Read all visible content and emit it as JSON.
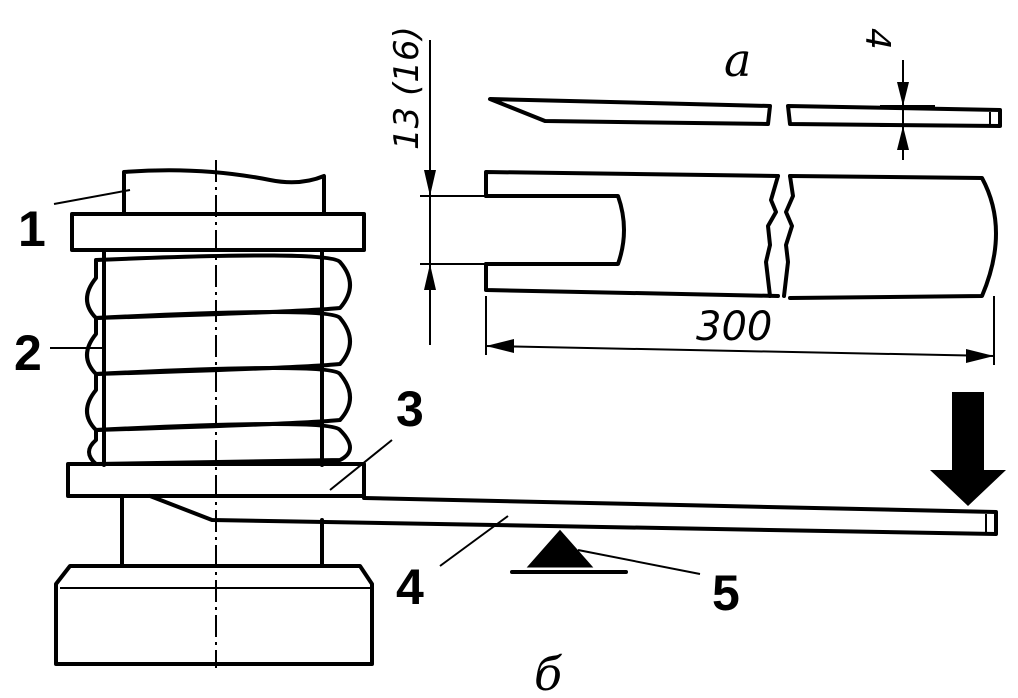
{
  "labels": {
    "part1": "1",
    "part2": "2",
    "part3": "3",
    "part4": "4",
    "part5": "5",
    "view_a": "а",
    "view_b": "б"
  },
  "dimensions": {
    "width": "13 (16)",
    "thickness": "4",
    "length": "300"
  }
}
